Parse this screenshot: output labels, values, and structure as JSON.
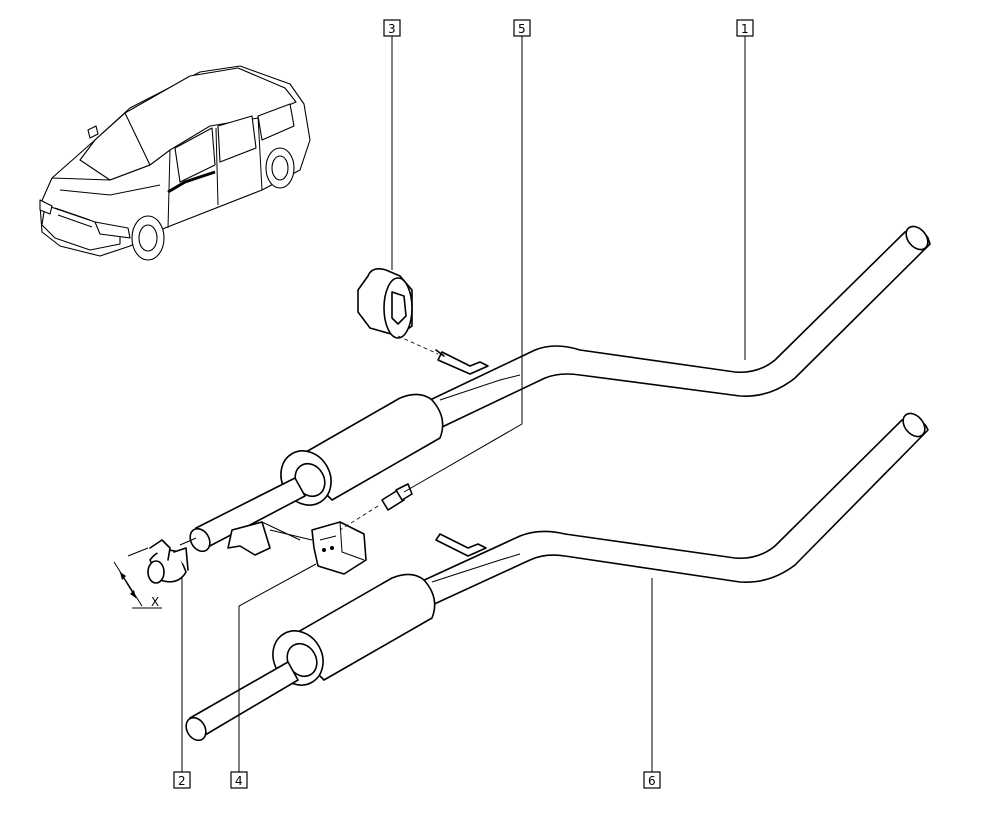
{
  "callouts": [
    {
      "id": "1",
      "label": "1"
    },
    {
      "id": "2",
      "label": "2"
    },
    {
      "id": "3",
      "label": "3"
    },
    {
      "id": "4",
      "label": "4"
    },
    {
      "id": "5",
      "label": "5"
    },
    {
      "id": "6",
      "label": "6"
    }
  ],
  "dimension": {
    "label": "X"
  }
}
